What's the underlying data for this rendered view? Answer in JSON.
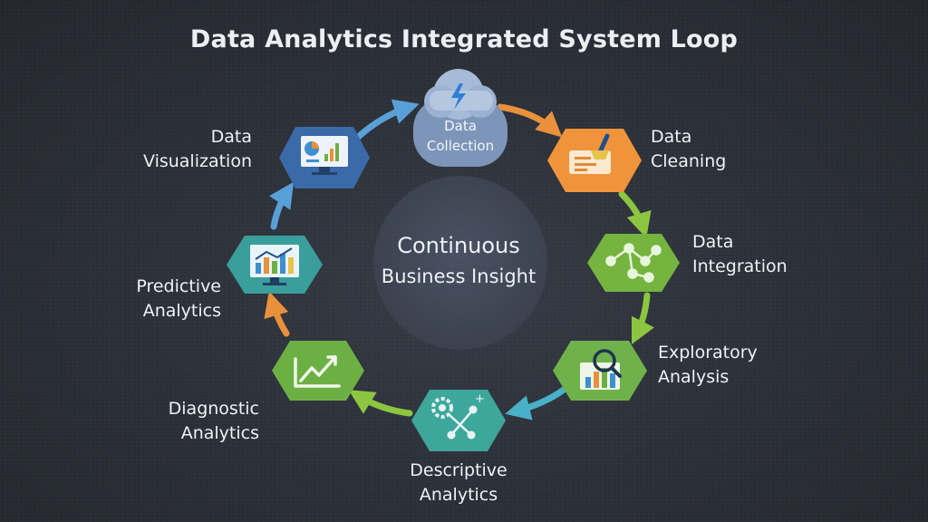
{
  "title": "Data Analytics Integrated System Loop",
  "center": {
    "line1": "Continuous",
    "line2": "Business Insight"
  },
  "nodes": [
    {
      "id": "collection",
      "line1": "Data",
      "line2": "Collection",
      "color": "#7d95b8",
      "icon": "cloud-lightning-icon"
    },
    {
      "id": "cleaning",
      "line1": "Data",
      "line2": "Cleaning",
      "color": "#f0943c",
      "icon": "cleaning-brush-icon"
    },
    {
      "id": "integration",
      "line1": "Data",
      "line2": "Integration",
      "color": "#74b43f",
      "icon": "network-nodes-icon"
    },
    {
      "id": "exploratory",
      "line1": "Exploratory",
      "line2": "Analysis",
      "color": "#6fb14a",
      "icon": "magnifier-chart-icon"
    },
    {
      "id": "descriptive",
      "line1": "Descriptive",
      "line2": "Analytics",
      "color": "#3ea79c",
      "icon": "gear-network-icon"
    },
    {
      "id": "diagnostic",
      "line1": "Diagnostic",
      "line2": "Analytics",
      "color": "#6cb044",
      "icon": "trend-up-icon"
    },
    {
      "id": "predictive",
      "line1": "Predictive",
      "line2": "Analytics",
      "color": "#3a9e9b",
      "icon": "monitor-chart-icon"
    },
    {
      "id": "visualization",
      "line1": "Data",
      "line2": "Visualization",
      "color": "#3b6aa8",
      "icon": "dashboard-monitor-icon"
    }
  ],
  "colors": {
    "arrow_blue": "#5aa0d8",
    "arrow_orange": "#e8903c",
    "arrow_green": "#8cc640",
    "arrow_teal": "#48b0c8"
  }
}
